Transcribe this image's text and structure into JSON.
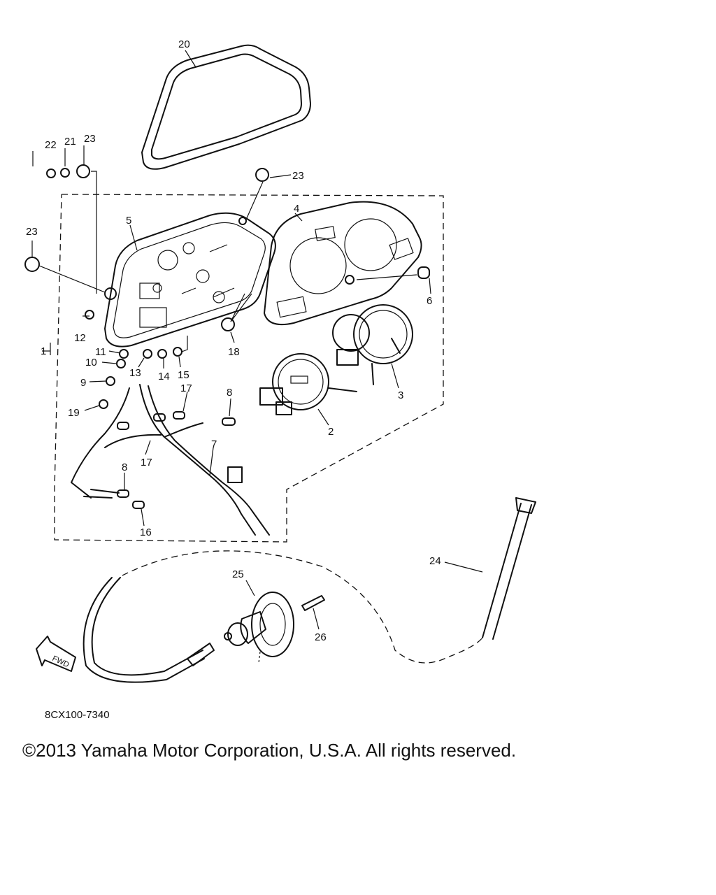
{
  "diagram": {
    "callouts": {
      "c1": "1",
      "c2": "2",
      "c3": "3",
      "c4": "4",
      "c5": "5",
      "c6": "6",
      "c7": "7",
      "c8a": "8",
      "c8b": "8",
      "c9": "9",
      "c10": "10",
      "c11": "11",
      "c12": "12",
      "c13": "13",
      "c14": "14",
      "c15": "15",
      "c16": "16",
      "c17a": "17",
      "c17b": "17",
      "c18": "18",
      "c19": "19",
      "c20": "20",
      "c21": "21",
      "c22": "22",
      "c23a": "23",
      "c23b": "23",
      "c23c": "23",
      "c24": "24",
      "c25": "25",
      "c26": "26"
    },
    "fwd_label": "FWD",
    "code": "8CX100-7340"
  },
  "footer": {
    "copyright": "©2013 Yamaha Motor Corporation, U.S.A. All rights reserved."
  }
}
